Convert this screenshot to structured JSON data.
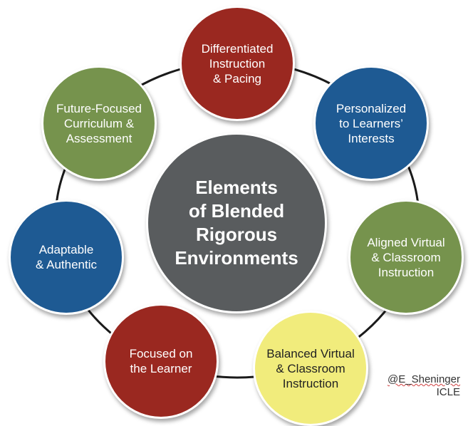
{
  "diagram": {
    "center": {
      "text": "Elements\nof Blended\nRigorous\nEnvironments",
      "color": "#595c5e"
    },
    "nodes": [
      {
        "id": "differentiated",
        "text": "Differentiated\nInstruction\n& Pacing",
        "color": "#9a2820",
        "textColor": "#ffffff"
      },
      {
        "id": "personalized",
        "text": "Personalized\nto Learners’\nInterests",
        "color": "#1e5a93",
        "textColor": "#ffffff"
      },
      {
        "id": "aligned",
        "text": "Aligned Virtual\n& Classroom\nInstruction",
        "color": "#76934d",
        "textColor": "#ffffff"
      },
      {
        "id": "balanced",
        "text": "Balanced Virtual\n& Classroom\nInstruction",
        "color": "#f1ec7c",
        "textColor": "#222222"
      },
      {
        "id": "focused",
        "text": "Focused on\nthe Learner",
        "color": "#9a2820",
        "textColor": "#ffffff"
      },
      {
        "id": "adaptable",
        "text": "Adaptable\n& Authentic",
        "color": "#1e5a93",
        "textColor": "#ffffff"
      },
      {
        "id": "future",
        "text": "Future-Focused\nCurriculum &\nAssessment",
        "color": "#76934d",
        "textColor": "#ffffff"
      }
    ],
    "ring_color": "#1a1a1a"
  },
  "credit": {
    "handle": "@E_Sheninger",
    "org": "ICLE"
  }
}
